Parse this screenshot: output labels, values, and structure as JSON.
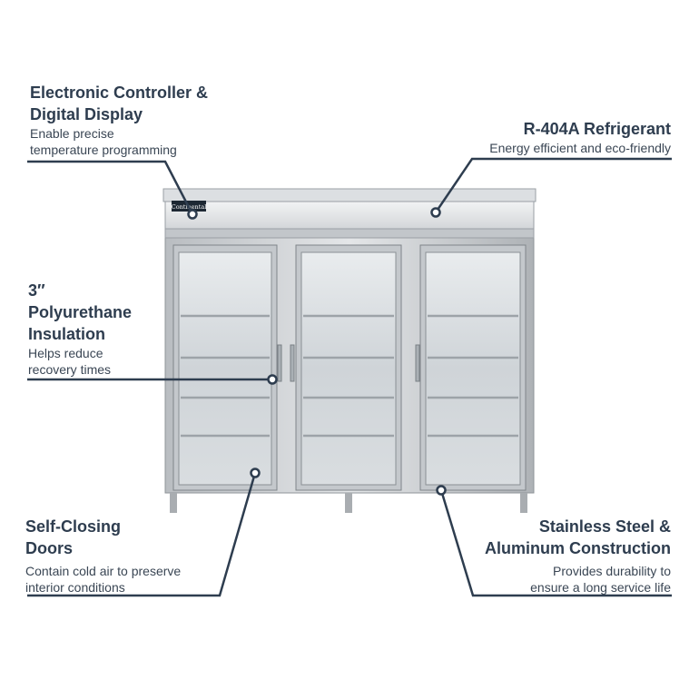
{
  "brand": "Continental",
  "features": [
    {
      "id": "controller",
      "title_lines": [
        "Electronic Controller &",
        "Digital Display"
      ],
      "desc_lines": [
        "Enable precise",
        "temperature programming"
      ]
    },
    {
      "id": "refrigerant",
      "title_lines": [
        "R-404A Refrigerant"
      ],
      "desc_lines": [
        "Energy efficient and eco-friendly"
      ]
    },
    {
      "id": "insulation",
      "title_lines": [
        "3″",
        "Polyurethane",
        "Insulation"
      ],
      "desc_lines": [
        "Helps reduce",
        "recovery times"
      ]
    },
    {
      "id": "doors",
      "title_lines": [
        "Self-Closing",
        "Doors"
      ],
      "desc_lines": [
        "Contain cold air to preserve",
        "interior conditions"
      ]
    },
    {
      "id": "construction",
      "title_lines": [
        "Stainless Steel &",
        "Aluminum Construction"
      ],
      "desc_lines": [
        "Provides durability to",
        "ensure a long service life"
      ]
    }
  ],
  "colors": {
    "callout": "#2e3d4f",
    "steel": "#c9ccd0",
    "glass": "#dfe3e6"
  }
}
